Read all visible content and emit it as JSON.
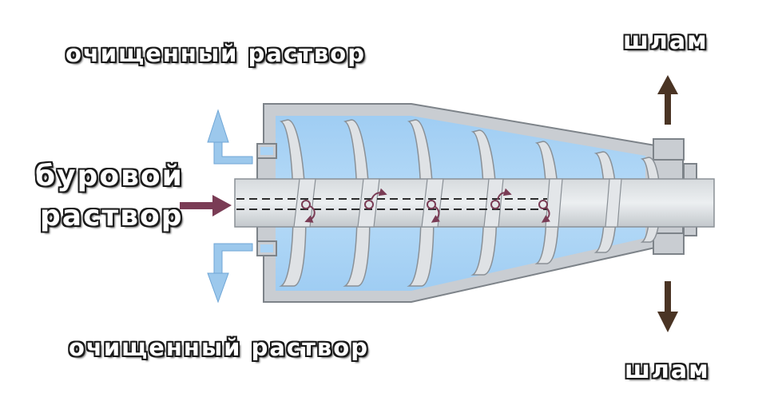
{
  "labels": {
    "cleaned_top": "очищенный раствор",
    "cleaned_bottom": "очищенный раствор",
    "drilling_line1": "буровой",
    "drilling_line2": "раствор",
    "sludge_top": "шлам",
    "sludge_bottom": "шлам"
  },
  "colors": {
    "fluid": "#a9d3f5",
    "casing": "#c9cdd2",
    "casing_stroke": "#7d8389",
    "screw": "#d9dde1",
    "inlet_arrow": "#7a3c55",
    "outlet_arrow": "#7fb5e6",
    "sludge_arrow": "#4a3424"
  },
  "icons": {
    "inlet": "arrow-right-icon",
    "cleaned_out": "arrow-bent-icon",
    "sludge_out": "arrow-vertical-icon",
    "rotation": "rotation-arrow-icon"
  }
}
